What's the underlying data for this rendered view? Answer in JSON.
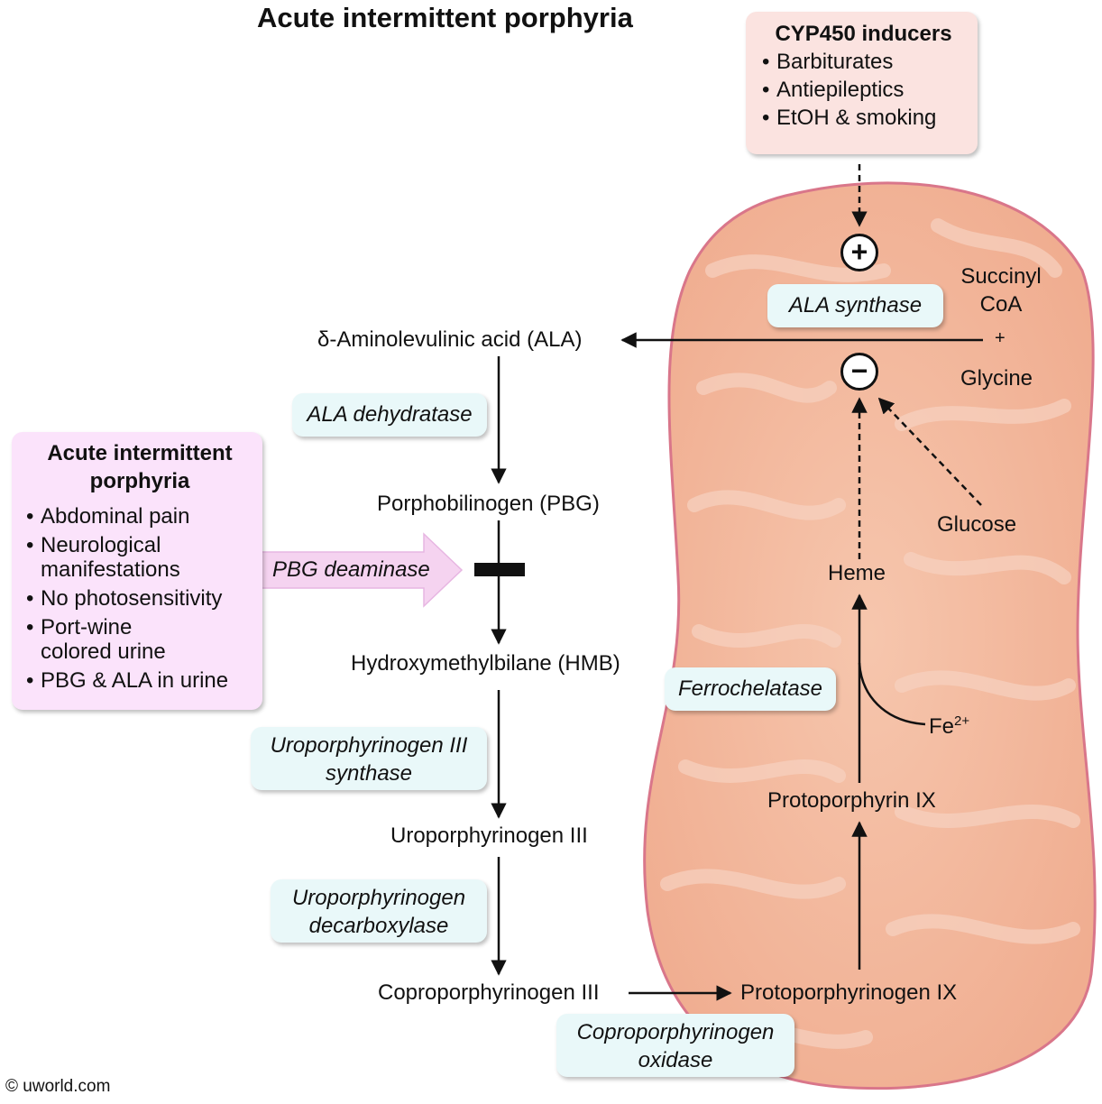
{
  "title": "Acute intermittent porphyria",
  "cyp450": {
    "header": "CYP450 inducers",
    "items": [
      "Barbiturates",
      "Antiepileptics",
      "EtOH & smoking"
    ]
  },
  "symptoms": {
    "header": "Acute intermittent porphyria",
    "items": [
      "Abdominal pain",
      "Neurological manifestations",
      "No photosensitivity",
      "Port-wine colored urine",
      "PBG & ALA in urine"
    ]
  },
  "metabolites": {
    "ala": "δ-Aminolevulinic acid (ALA)",
    "pbg": "Porphobilinogen (PBG)",
    "hmb": "Hydroxymethylbilane (HMB)",
    "uro": "Uroporphyrinogen III",
    "copro": "Coproporphyrinogen III",
    "protogen": "Protoporphyrinogen IX",
    "protoporphyrin": "Protoporphyrin IX",
    "heme": "Heme",
    "succinyl_coa": "Succinyl CoA",
    "plus": "+",
    "glycine": "Glycine",
    "glucose": "Glucose",
    "fe": "Fe",
    "fe_charge": "2+"
  },
  "enzymes": {
    "ala_synthase": "ALA synthase",
    "ala_dehydratase": "ALA dehydratase",
    "pbg_deaminase": "PBG deaminase",
    "uro3_synthase": "Uroporphyrinogen III synthase",
    "uro_decarboxylase": "Uroporphyrinogen decarboxylase",
    "copro_oxidase": "Coproporphyrinogen oxidase",
    "ferrochelatase": "Ferrochelatase"
  },
  "regulation": {
    "stimulate": "+",
    "inhibit": "−"
  },
  "credit": "© uworld.com",
  "colors": {
    "mitochondrion_fill": "#f3b99d",
    "mitochondrion_border": "#d9768a",
    "enzyme_box": "#e9f8f9",
    "cyp_box": "#fbe3e0",
    "symptom_box": "#fbe3fb",
    "block_arrow": "#f5d3f0"
  }
}
